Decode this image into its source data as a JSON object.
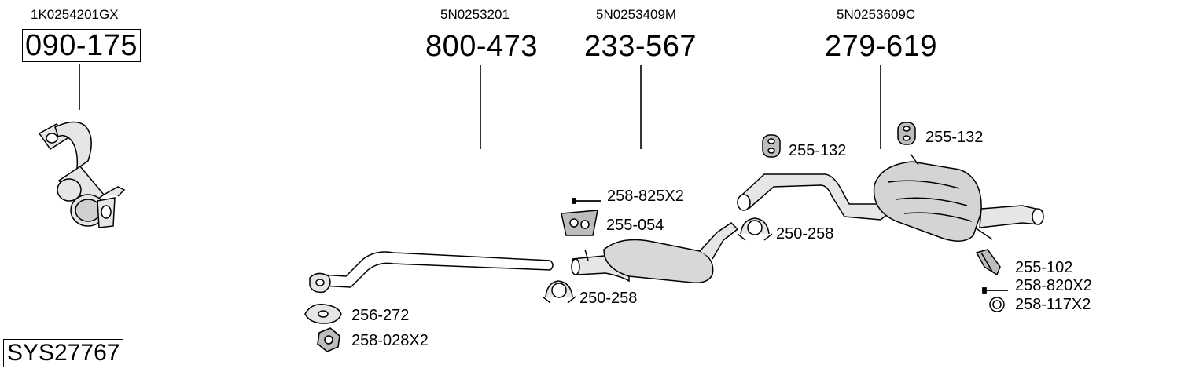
{
  "parts": [
    {
      "oem": "1K0254201GX",
      "code": "090-175"
    },
    {
      "oem": "5N0253201",
      "code": "800-473"
    },
    {
      "oem": "5N0253409M",
      "code": "233-567"
    },
    {
      "oem": "5N0253609C",
      "code": "279-619"
    }
  ],
  "accessories": [
    "256-272",
    "258-028X2",
    "250-258",
    "258-825X2",
    "255-054",
    "250-258",
    "255-132",
    "255-132",
    "255-102",
    "258-820X2",
    "258-117X2"
  ],
  "system_code": "SYS27767"
}
